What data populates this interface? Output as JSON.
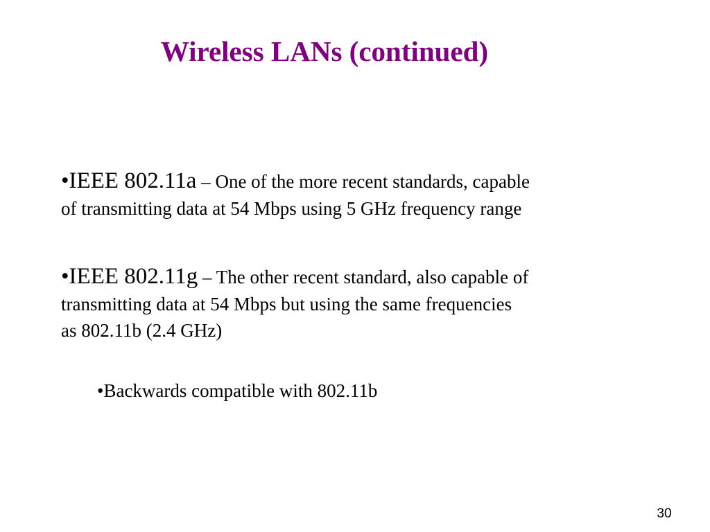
{
  "slide": {
    "title": "Wireless LANs (continued)",
    "items": [
      {
        "lead": "•IEEE 802.11a",
        "line1_rest": " – One of the more recent standards, capable",
        "line2": "of transmitting data at 54 Mbps using 5 GHz frequency range"
      },
      {
        "lead": "•IEEE 802.11g",
        "line1_rest": " – The other recent standard, also capable of",
        "line2": "transmitting data at 54 Mbps but using the same frequencies",
        "line3": "as 802.11b (2.4 GHz)"
      }
    ],
    "subitem": "•Backwards compatible with 802.11b",
    "page_number": "30"
  },
  "colors": {
    "title": "#800080",
    "text": "#000000",
    "background": "#ffffff"
  }
}
